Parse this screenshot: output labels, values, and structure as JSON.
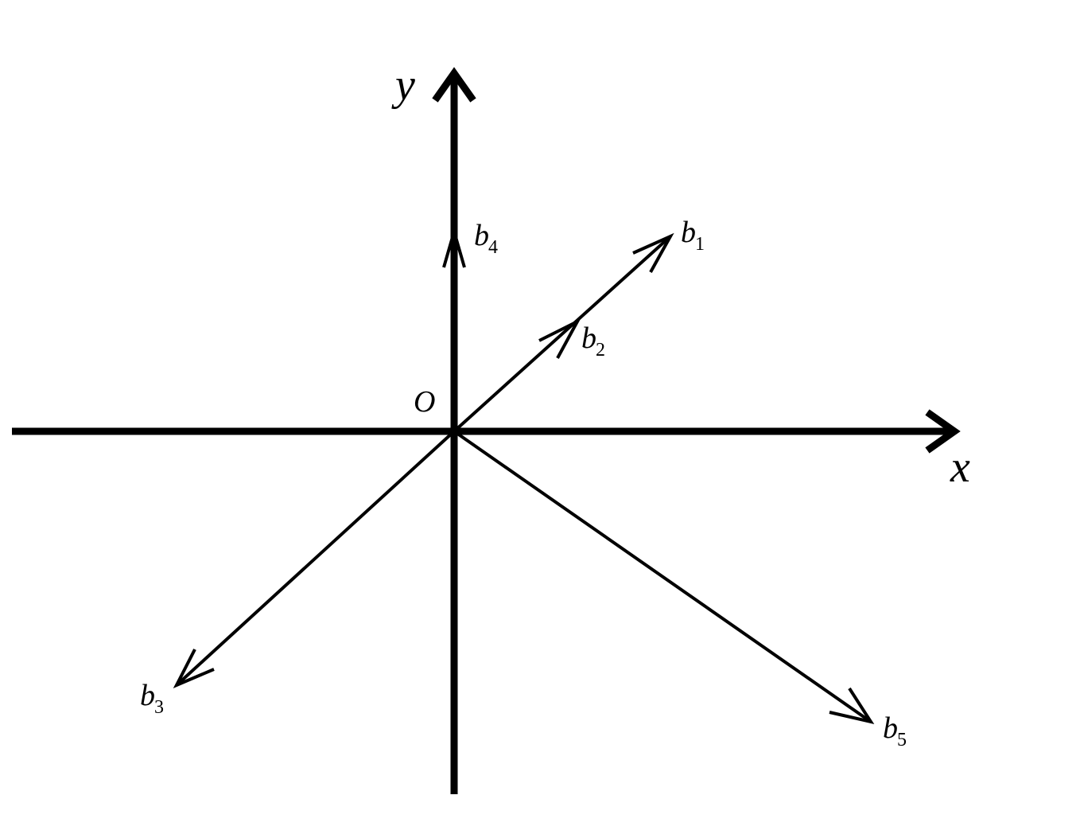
{
  "axes": {
    "x_label": "x",
    "y_label": "y",
    "origin_label": "O"
  },
  "vectors": [
    {
      "id": "b1",
      "base": "b",
      "sub": "1"
    },
    {
      "id": "b2",
      "base": "b",
      "sub": "2"
    },
    {
      "id": "b3",
      "base": "b",
      "sub": "3"
    },
    {
      "id": "b4",
      "base": "b",
      "sub": "4"
    },
    {
      "id": "b5",
      "base": "b",
      "sub": "5"
    }
  ],
  "colors": {
    "ink": "#000000",
    "background": "#ffffff"
  }
}
